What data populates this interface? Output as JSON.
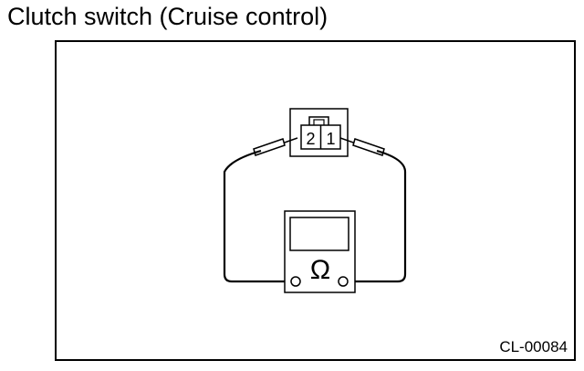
{
  "title": "Clutch switch (Cruise control)",
  "connector": {
    "terminal_left": "2",
    "terminal_right": "1"
  },
  "meter": {
    "symbol": "Ω",
    "icon": "ohmmeter-icon"
  },
  "figure_code": "CL-00084",
  "colors": {
    "line": "#000000",
    "background": "#ffffff"
  }
}
